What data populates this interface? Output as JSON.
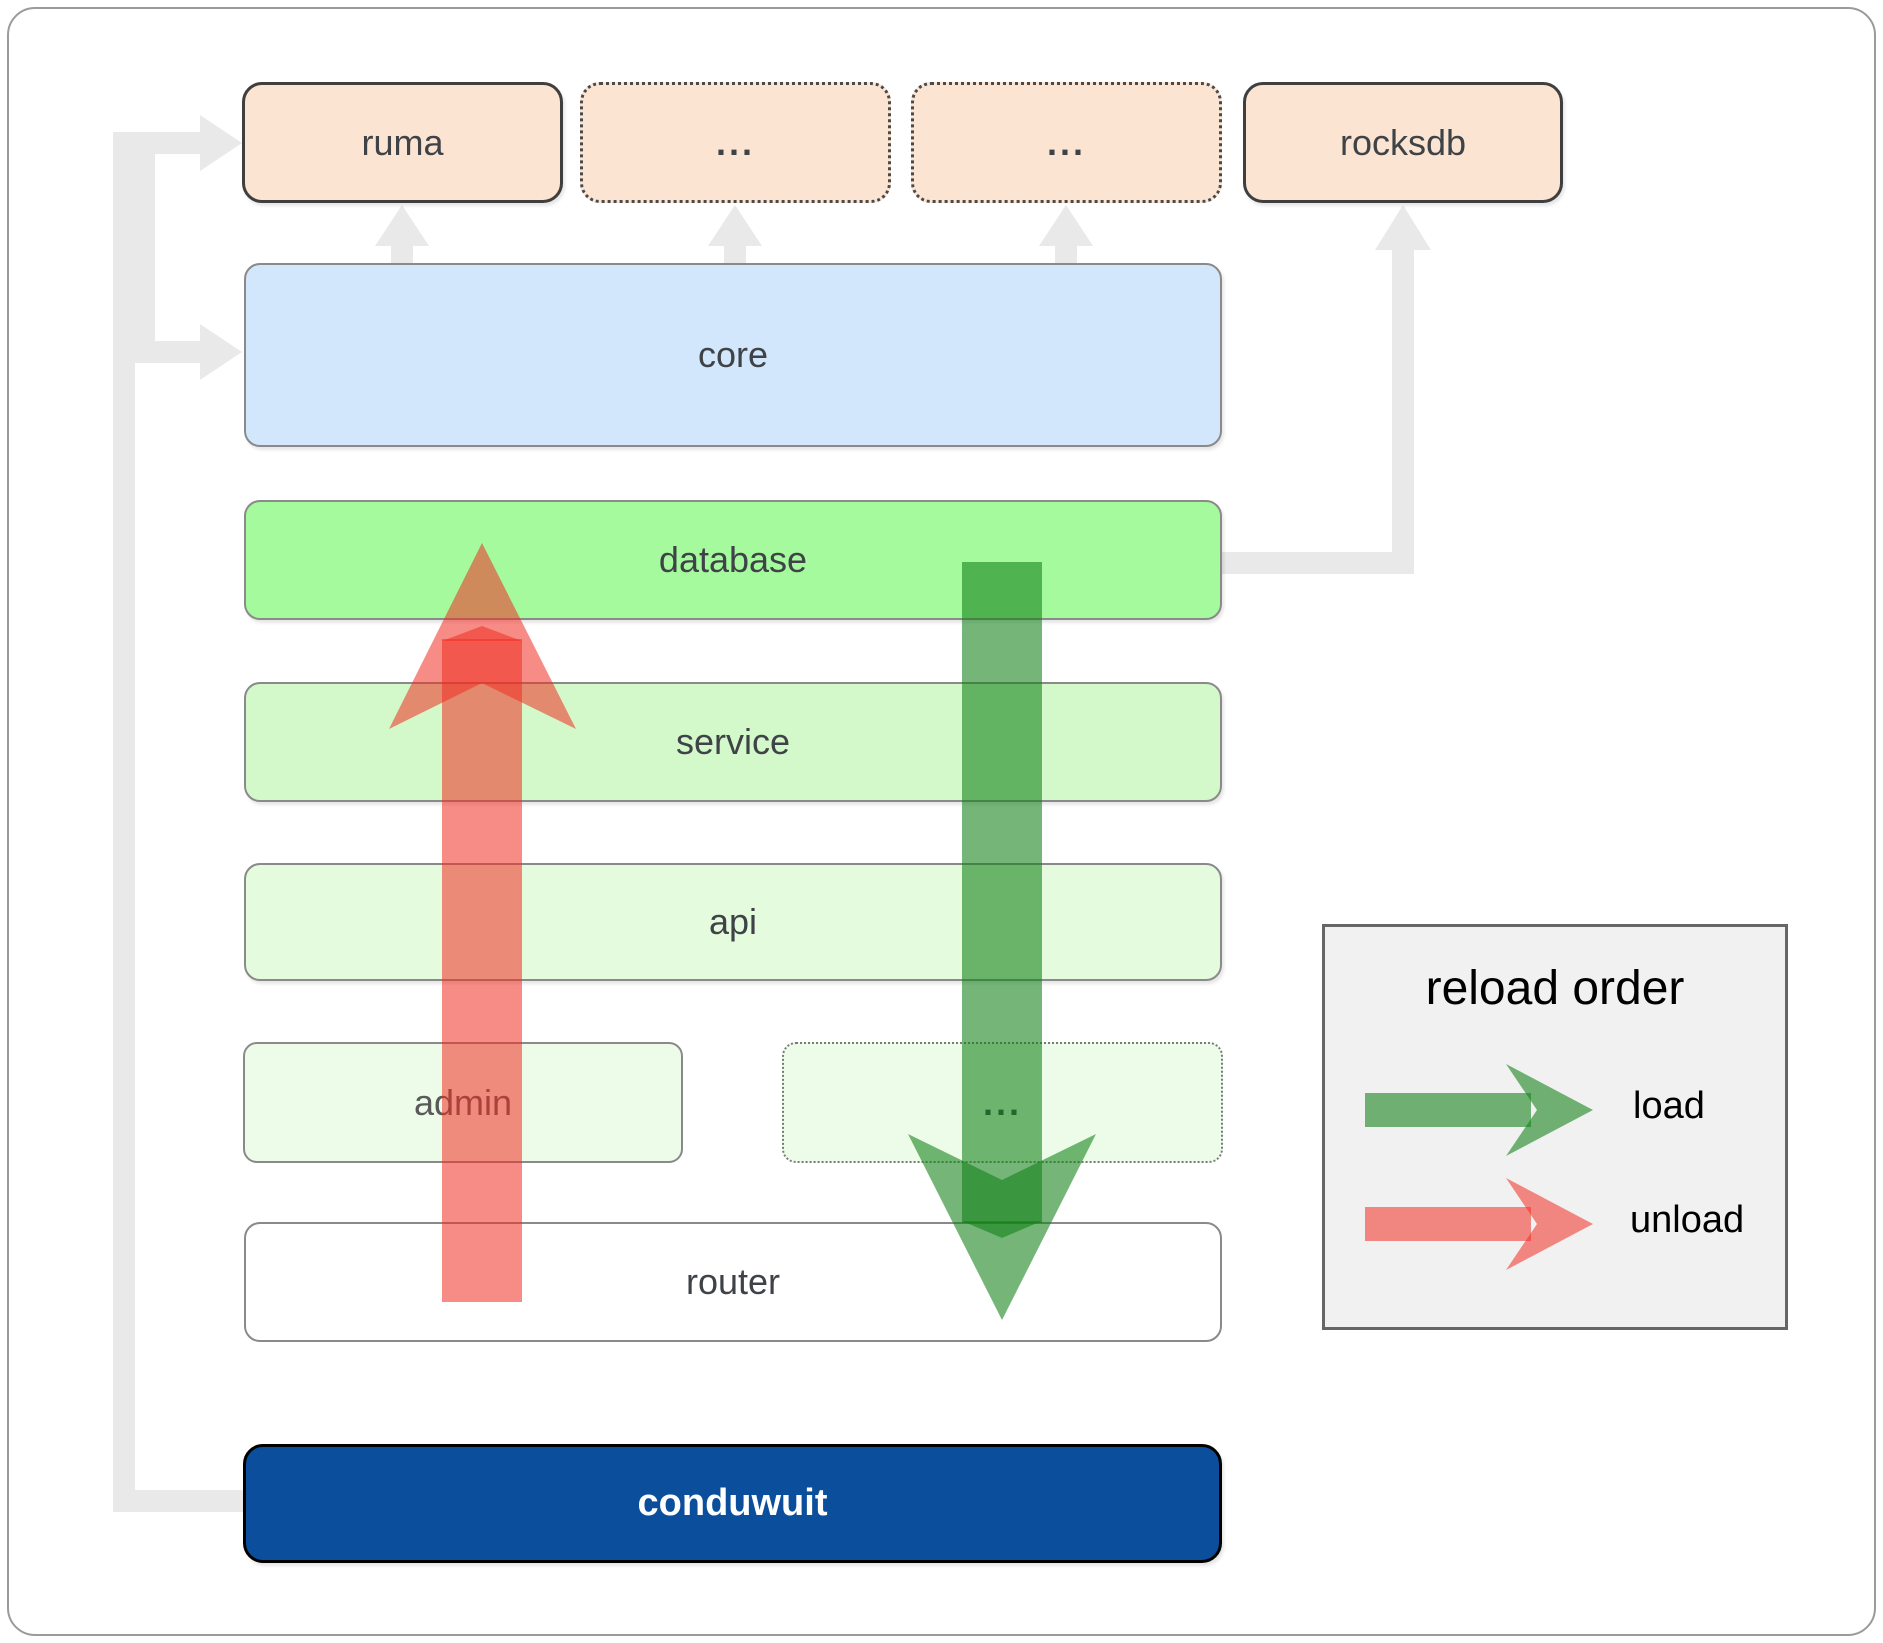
{
  "nodes": {
    "ruma": {
      "label": "ruma"
    },
    "ellipsis_top_left": {
      "label": "..."
    },
    "ellipsis_top_right": {
      "label": "..."
    },
    "rocksdb": {
      "label": "rocksdb"
    },
    "core": {
      "label": "core"
    },
    "database": {
      "label": "database"
    },
    "service": {
      "label": "service"
    },
    "api": {
      "label": "api"
    },
    "admin": {
      "label": "admin"
    },
    "ellipsis_admin_row": {
      "label": "..."
    },
    "router": {
      "label": "router"
    },
    "conduwuit": {
      "label": "conduwuit"
    }
  },
  "legend": {
    "title": "reload order",
    "items": [
      {
        "label": "load"
      },
      {
        "label": "unload"
      }
    ]
  },
  "colors": {
    "canvas-border": "#9b9b9b",
    "box-peach": "#fbe4d2",
    "box-peach-border": "#3f3f3f",
    "box-blue": "#d2e7fb",
    "box-green-bright": "#a4fa9d",
    "box-green-light": "#d3f9ca",
    "box-green-pale": "#e4fbdd",
    "box-green-faint": "#edfce9",
    "box-white": "#ffffff",
    "box-navy": "#0b4e9c",
    "box-border-gray": "#8a8a8a",
    "label-dark": "#3f4347",
    "label-muted": "#5a5a5a",
    "connector": "#e9e9e9",
    "arrow-red": "#f02d23",
    "arrow-green": "#128216",
    "legend-bg": "#f1f1f1",
    "legend-border": "#666666"
  }
}
